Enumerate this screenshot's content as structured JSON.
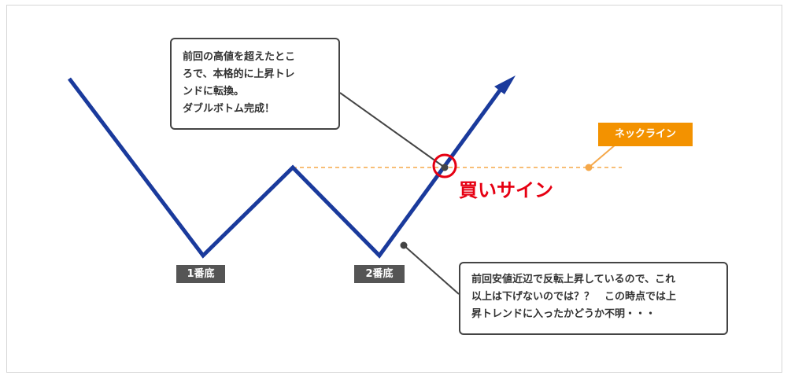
{
  "callout_top": {
    "lines": [
      "前回の高値を超えたとこ",
      "ろで、本格的に上昇トレ",
      "ンドに転換。",
      "ダブルボトム完成！"
    ]
  },
  "callout_bottom": {
    "lines": [
      "前回安値近辺で反転上昇しているので、これ",
      "以上は下げないのでは？？　この時点では上",
      "昇トレンドに入ったかどうか不明・・・"
    ]
  },
  "labels": {
    "bottom_1": "1番底",
    "bottom_2": "2番底",
    "neckline": "ネックライン",
    "buy_sign": "買いサイン"
  },
  "colors": {
    "price_line": "#1a3a9c",
    "neckline": "#f5a84a",
    "buy_sign": "#e60012",
    "label_bg": "#555555",
    "neckline_label_bg": "#f39200"
  },
  "icons": {
    "trend_arrow": "arrow-up-right-icon",
    "buy_marker": "circle-marker-icon"
  }
}
